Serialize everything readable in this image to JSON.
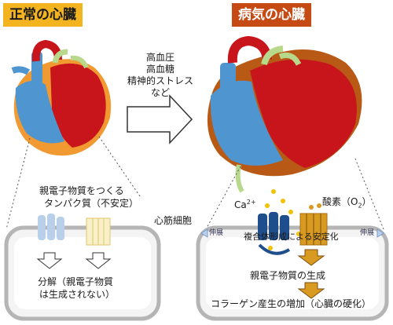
{
  "titles": {
    "normal_heart": "正常の心臓",
    "diseased_heart": "病気の心臓"
  },
  "risk_factors": [
    "高血圧",
    "高血糖",
    "精神的ストレス",
    "など"
  ],
  "left_panel": {
    "protein_label_line1": "親電子物質をつくる",
    "protein_label_line2": "タンパク質（不安定）",
    "result_line1": "分解（親電子物質",
    "result_line2": "は生成されない）"
  },
  "cell_label": "心筋細胞",
  "right_panel": {
    "calcium": "Ca",
    "calcium_sup": "2+",
    "oxygen": "酸素（O",
    "oxygen_sub": "2",
    "oxygen_end": "）",
    "stretch_left": "伸展",
    "stretch_right": "伸展",
    "complex": "複合体形成による安定化",
    "production": "親電子物質の生成",
    "collagen": "コラーゲン産生の増加（心臓の硬化）"
  },
  "colors": {
    "title_left_bg": "#f3b41f",
    "title_right_bg": "#c64a14",
    "heart_red": "#c8151b",
    "heart_blue": "#4f95d0",
    "heart_orange": "#f19a32",
    "heart_green": "#b8d98b",
    "protein_blue": "#1f4e8c",
    "protein_gold": "#d99a22"
  }
}
